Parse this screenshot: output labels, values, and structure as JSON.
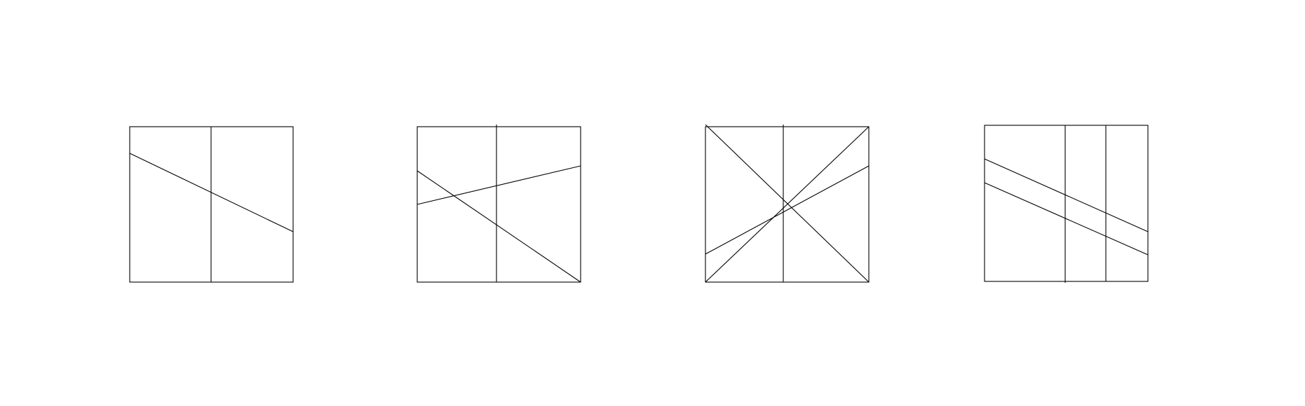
{
  "diagram": {
    "stroke_color": "#000000",
    "background_color": "#ffffff",
    "panels": [
      {
        "id": "panel-1",
        "description_lines": 2
      },
      {
        "id": "panel-2",
        "description_lines": 3
      },
      {
        "id": "panel-3",
        "description_lines": 4
      },
      {
        "id": "panel-4",
        "description_lines": 4
      }
    ]
  }
}
